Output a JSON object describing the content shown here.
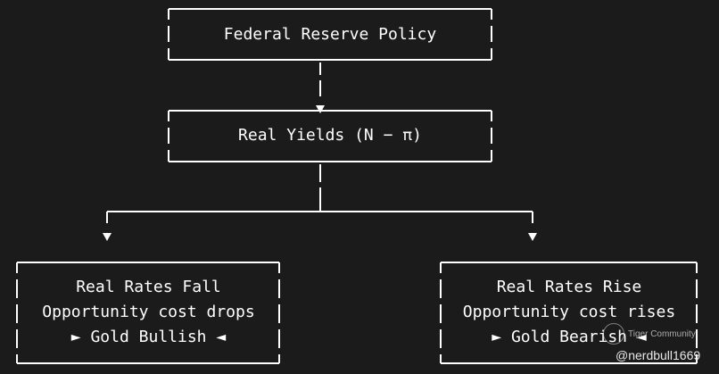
{
  "boxes": {
    "top": {
      "label": "Federal Reserve Policy"
    },
    "middle": {
      "label": "Real Yields (N − π)"
    },
    "left": {
      "lines": [
        "Real Rates Fall",
        "Opportunity cost drops",
        "► Gold Bullish ◄"
      ]
    },
    "right": {
      "lines": [
        "Real Rates Rise",
        "Opportunity cost rises",
        "► Gold Bearish ◄"
      ]
    }
  },
  "watermark": {
    "brand": "Tiger Community",
    "handle": "@nerdbull1669"
  },
  "colors": {
    "background": "#1b1b1b",
    "line": "#ffffff",
    "text": "#ffffff"
  }
}
